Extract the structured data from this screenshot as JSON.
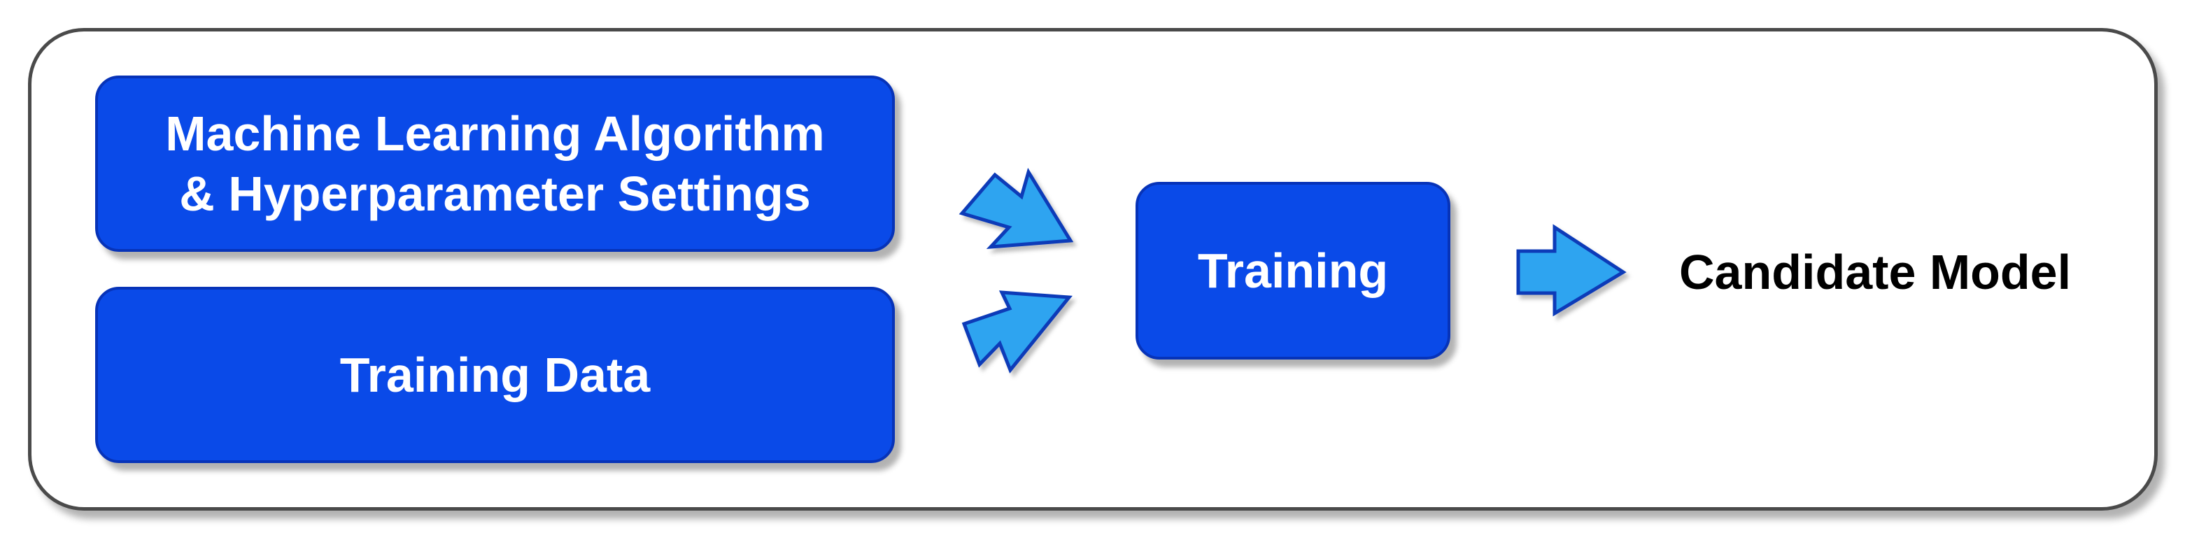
{
  "diagram": {
    "nodes": {
      "algorithm": {
        "line1": "Machine Learning Algorithm",
        "line2": "& Hyperparameter Settings"
      },
      "data": {
        "label": "Training Data"
      },
      "training": {
        "label": "Training"
      },
      "output": {
        "label": "Candidate Model"
      }
    },
    "edges": [
      {
        "from": "algorithm",
        "to": "training"
      },
      {
        "from": "data",
        "to": "training"
      },
      {
        "from": "training",
        "to": "output"
      }
    ],
    "colors": {
      "box_fill": "#0a4ae8",
      "box_border": "#0733b8",
      "arrow_fill": "#2fa4f0",
      "arrow_border": "#0b3bb8",
      "frame_border": "#4a4a4a"
    }
  }
}
